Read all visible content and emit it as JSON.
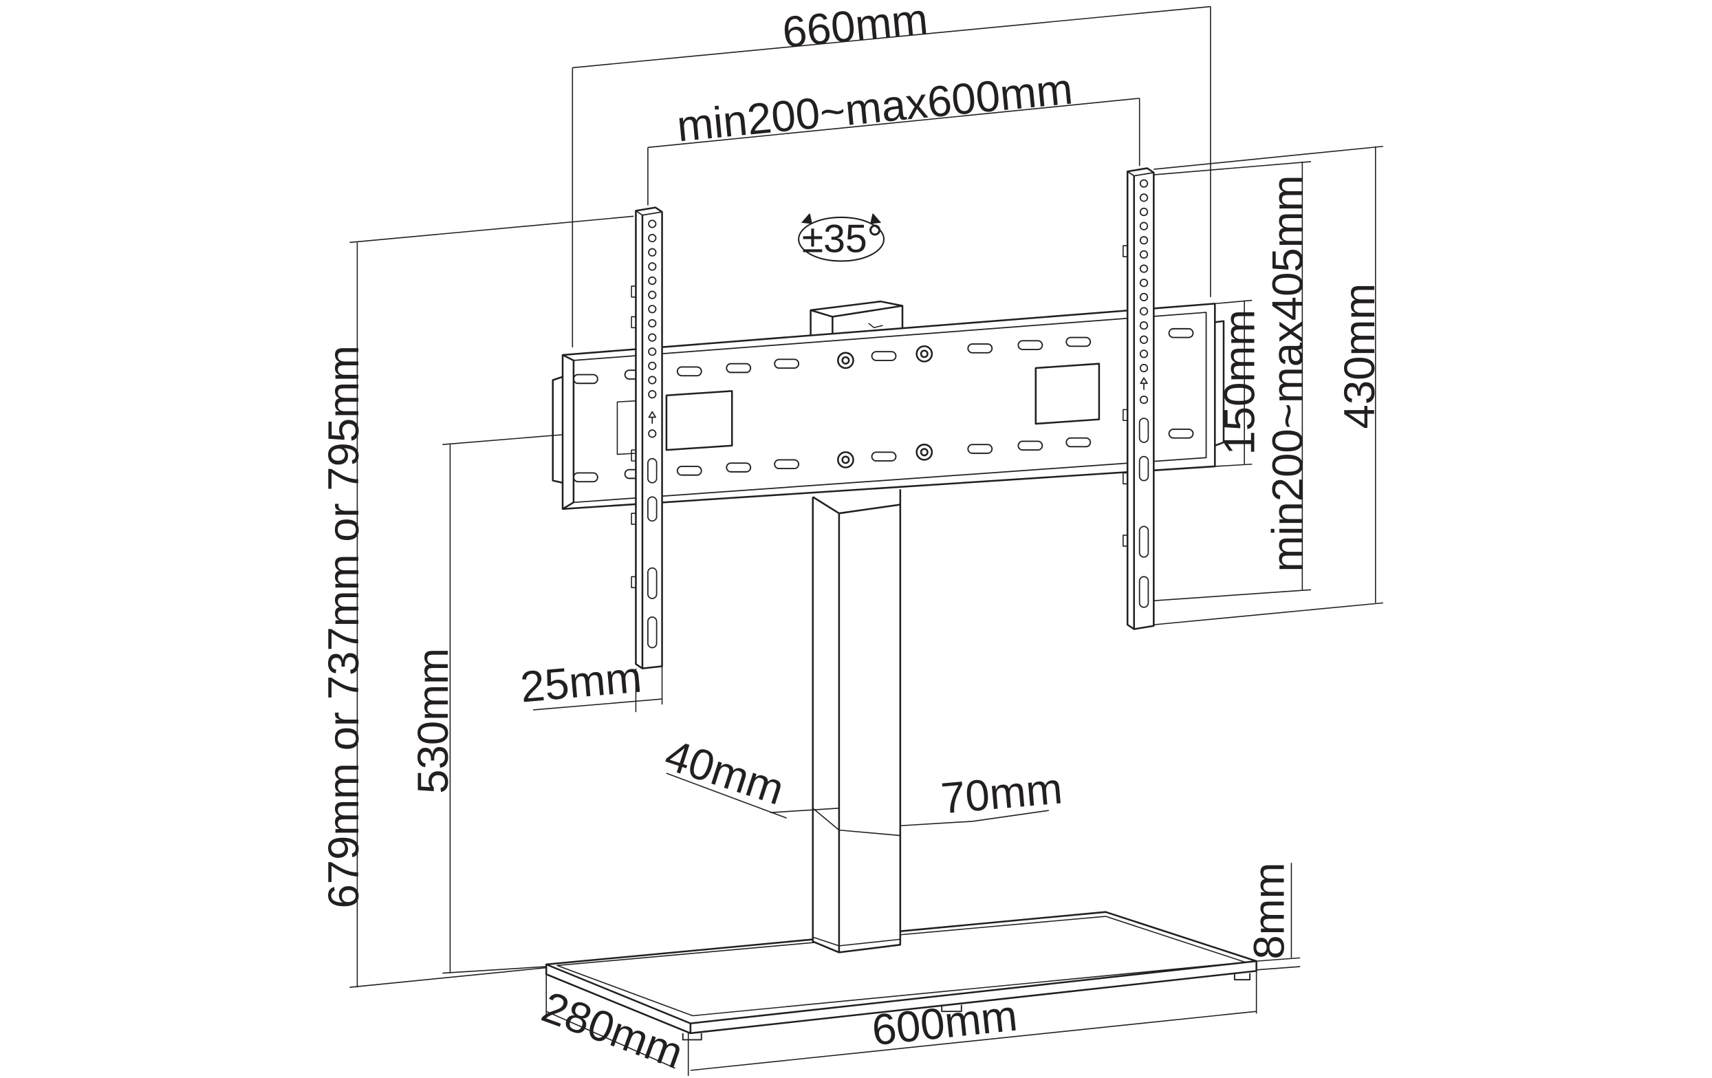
{
  "dimensions": {
    "overall_width": "660mm",
    "vesa_horizontal": "min200~max600mm",
    "rotation": "±35°",
    "vertical_slot": "150mm",
    "vesa_vertical": "min200~max405mm",
    "arm_height": "430mm",
    "overall_height": "679mm or 737mm or 795mm",
    "column_height": "530mm",
    "arm_depth": "25mm",
    "column_depth": "40mm",
    "column_width": "70mm",
    "base_thickness": "8mm",
    "base_depth": "280mm",
    "base_width": "600mm"
  },
  "colors": {
    "line": "#231f20",
    "dim_line": "#231f20",
    "fill": "#ffffff"
  }
}
